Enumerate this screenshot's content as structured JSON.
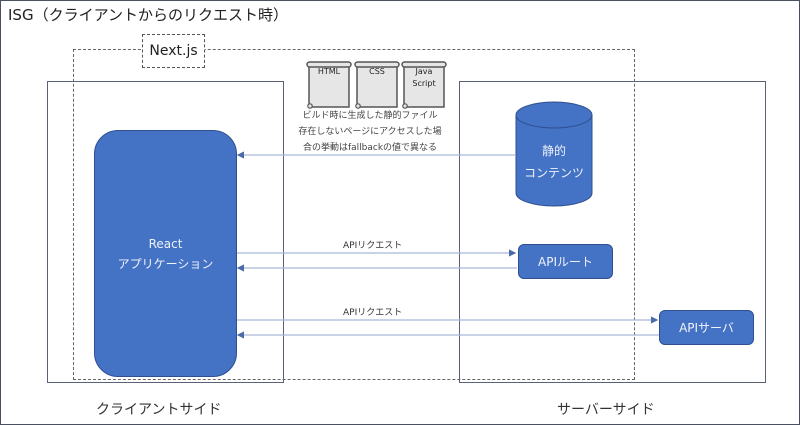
{
  "diagram": {
    "title": "ISG（クライアントからのリクエスト時）",
    "framework_label": "Next.js",
    "client_side": {
      "label": "クライアントサイド",
      "react_app": {
        "line1": "React",
        "line2": "アプリケーション"
      }
    },
    "server_side": {
      "label": "サーバーサイド",
      "static_content": {
        "line1": "静的",
        "line2": "コンテンツ"
      },
      "api_route": "APIルート"
    },
    "external": {
      "api_server": "APIサーバ"
    },
    "files": [
      {
        "label": "HTML"
      },
      {
        "label": "CSS"
      },
      {
        "label": "Java\nScript",
        "line1": "Java",
        "line2": "Script"
      }
    ],
    "notes": {
      "line1": "ビルド時に生成した静的ファイル",
      "line2": "存在しないページにアクセスした場",
      "line3": "合の挙動はfallbackの値で異なる"
    },
    "arrows": [
      {
        "from": "static-content",
        "to": "react-app",
        "label": ""
      },
      {
        "from": "react-app",
        "to": "api-route",
        "label": "APIリクエスト"
      },
      {
        "from": "api-route",
        "to": "react-app",
        "label": ""
      },
      {
        "from": "react-app",
        "to": "api-server",
        "label": "APIリクエスト"
      },
      {
        "from": "api-server",
        "to": "react-app",
        "label": ""
      }
    ],
    "colors": {
      "shape_fill": "#4472c4",
      "shape_border": "#2f4f8f",
      "arrow_line": "#a9b8d8",
      "arrow_head": "#4a6aa8",
      "box_border": "#5a6078",
      "document_fill": "#e6e6e6"
    }
  }
}
